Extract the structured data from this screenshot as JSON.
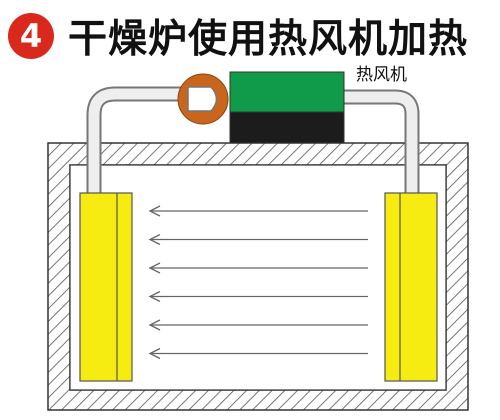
{
  "header": {
    "number": "4",
    "title": "干燥炉使用热风机加热"
  },
  "diagram": {
    "blower_label": "热风机",
    "airflow_arrow_count": 6,
    "colors": {
      "badge": "#d9291c",
      "heater": "#f7ec12",
      "blower_top": "#0f9b4a",
      "blower_bottom": "#1c1c1c",
      "fan_hub": "#c9651c",
      "wall_hatch": "#555555",
      "duct": "#e8e8e8"
    }
  }
}
